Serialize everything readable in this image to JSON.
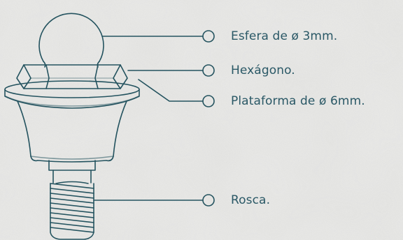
{
  "colors": {
    "background": "#e6e6e4",
    "ink": "#24535f",
    "label_text": "#2a5866"
  },
  "callouts": [
    {
      "id": "esfera",
      "text": "Esfera de ø 3mm."
    },
    {
      "id": "hexagono",
      "text": "Hexágono."
    },
    {
      "id": "plataforma",
      "text": "Plataforma de ø 6mm."
    },
    {
      "id": "rosca",
      "text": "Rosca."
    }
  ]
}
